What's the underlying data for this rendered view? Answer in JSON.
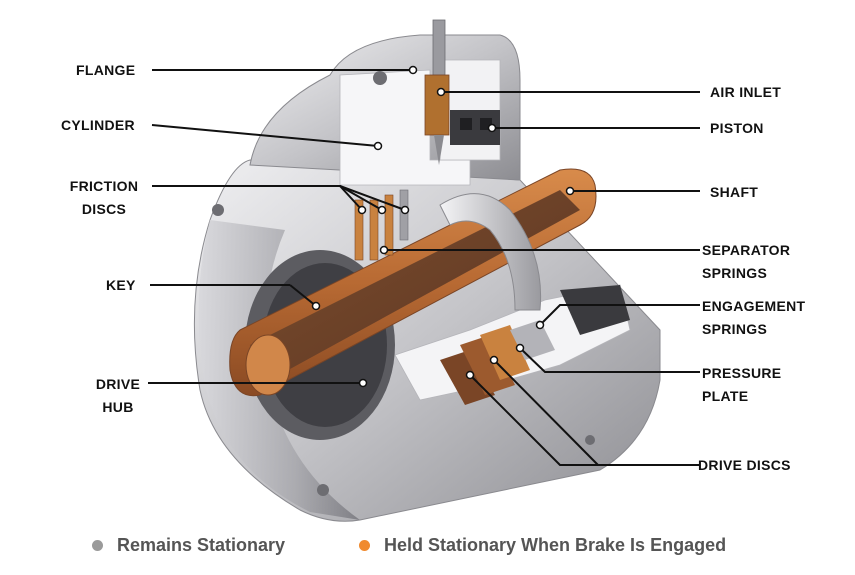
{
  "labels": {
    "flange": "FLANGE",
    "cylinder": "CYLINDER",
    "friction_discs_1": "FRICTION",
    "friction_discs_2": "DISCS",
    "key": "KEY",
    "drive_hub_1": "DRIVE",
    "drive_hub_2": "HUB",
    "air_inlet": "AIR INLET",
    "piston": "PISTON",
    "shaft": "SHAFT",
    "separator_springs_1": "SEPARATOR",
    "separator_springs_2": "SPRINGS",
    "engagement_springs_1": "ENGAGEMENT",
    "engagement_springs_2": "SPRINGS",
    "pressure_plate_1": "PRESSURE",
    "pressure_plate_2": "PLATE",
    "drive_discs": "DRIVE DISCS"
  },
  "legend": {
    "stationary": "Remains Stationary",
    "held": "Held Stationary When Brake Is Engaged"
  },
  "colors": {
    "stationary": "#9a9a9a",
    "held": "#f08a2e",
    "leader": "#111111",
    "metal_light": "#e2e2e4",
    "metal_mid": "#b9b9bd",
    "metal_dark": "#7d7d82",
    "copper": "#c77a3e",
    "copper_dark": "#7a4526",
    "shaft_core": "#6b4128"
  }
}
